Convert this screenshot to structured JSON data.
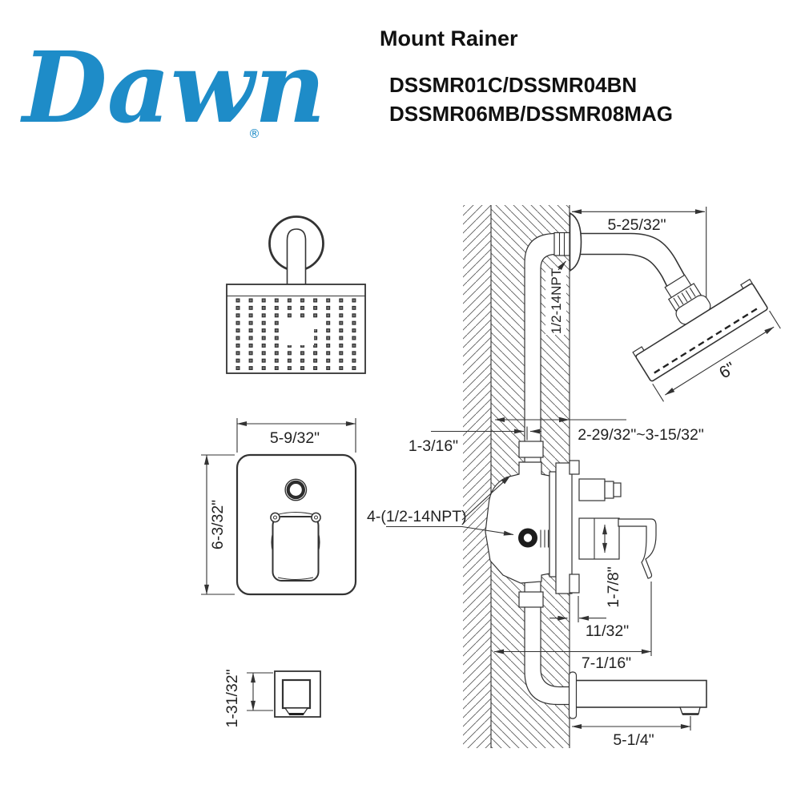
{
  "brand": {
    "name": "Dawn",
    "registered": "®",
    "logo_color": "#1e8cc8"
  },
  "header": {
    "title": "Mount Rainer",
    "models_line1": "DSSMR01C/DSSMR04BN",
    "models_line2": "DSSMR06MB/DSSMR08MAG"
  },
  "dimensions": {
    "arm_reach": "5-25/32\"",
    "arm_thread": "1/2-14NPT",
    "head_width": "6\"",
    "valve_depth_range": "2-29/32\"~3-15/32\"",
    "center_offset": "1-3/16\"",
    "connection_threads": "4-(1/2-14NPT)",
    "outlet_drop": "1-7/8\"",
    "trim_clearance": "11/32\"",
    "valve_to_spout": "7-1/16\"",
    "spout_reach": "5-1/4\"",
    "plate_width": "5-9/32\"",
    "plate_height": "6-3/32\"",
    "spout_face_height": "1-31/32\""
  }
}
